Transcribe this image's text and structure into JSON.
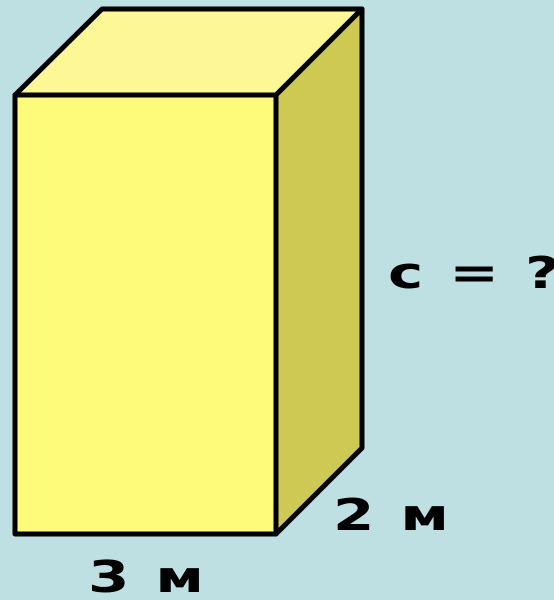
{
  "colors": {
    "background": "#bfe0e3",
    "front_face": "#fefb7a",
    "top_face": "#fdf796",
    "side_face": "#cdc953",
    "edge": "#000000"
  },
  "labels": {
    "width": "3 м",
    "depth": "2 м",
    "height": "с = ?"
  }
}
